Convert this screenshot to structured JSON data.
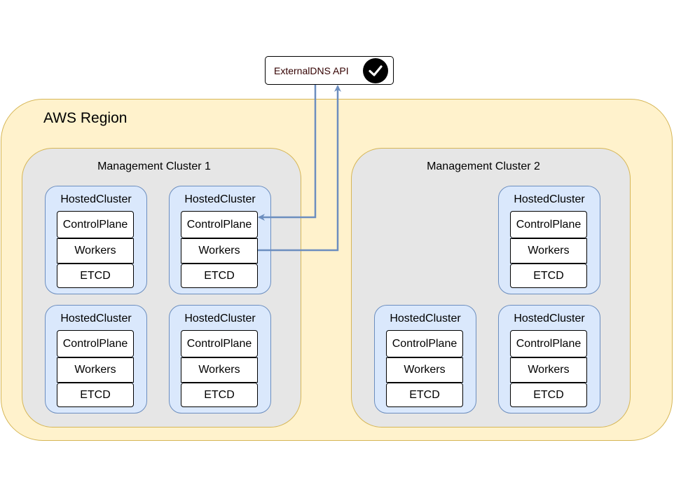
{
  "region": {
    "label": "AWS Region"
  },
  "api": {
    "label": "ExternalDNS API",
    "status_icon": "check-circle-icon"
  },
  "clusters": [
    {
      "label": "Management Cluster 1",
      "hosted": [
        {
          "title": "HostedCluster",
          "control_plane": "ControlPlane",
          "workers": "Workers",
          "etcd": "ETCD"
        },
        {
          "title": "HostedCluster",
          "control_plane": "ControlPlane",
          "workers": "Workers",
          "etcd": "ETCD"
        },
        {
          "title": "HostedCluster",
          "control_plane": "ControlPlane",
          "workers": "Workers",
          "etcd": "ETCD"
        },
        {
          "title": "HostedCluster",
          "control_plane": "ControlPlane",
          "workers": "Workers",
          "etcd": "ETCD"
        }
      ]
    },
    {
      "label": "Management Cluster 2",
      "hosted": [
        {
          "title": "HostedCluster",
          "control_plane": "ControlPlane",
          "workers": "Workers",
          "etcd": "ETCD"
        },
        {
          "title": "HostedCluster",
          "control_plane": "ControlPlane",
          "workers": "Workers",
          "etcd": "ETCD"
        },
        {
          "title": "HostedCluster",
          "control_plane": "ControlPlane",
          "workers": "Workers",
          "etcd": "ETCD"
        }
      ]
    }
  ],
  "colors": {
    "region_fill": "#fff2cc",
    "cluster_fill": "#e6e6e6",
    "hosted_fill": "#dae8fc",
    "edge": "#6c8ebf"
  }
}
